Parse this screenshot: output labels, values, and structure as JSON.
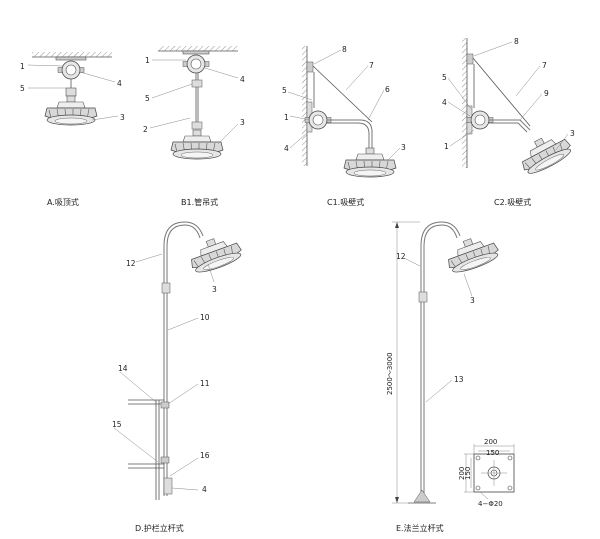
{
  "captions": {
    "a": "A.吸顶式",
    "b1": "B1.管吊式",
    "c1": "C1.吸壁式",
    "c2": "C2.吸壁式",
    "d": "D.护栏立杆式",
    "e": "E.法兰立杆式"
  },
  "dimensions": {
    "pole_height": "2500～3000",
    "flange_w_outer": "200",
    "flange_w_inner": "150",
    "flange_h_outer": "200",
    "flange_h_inner": "150",
    "holes": "4−Φ20"
  },
  "labels": {
    "n1": "1",
    "n2": "2",
    "n3": "3",
    "n4": "4",
    "n5": "5",
    "n6": "6",
    "n7": "7",
    "n8": "8",
    "n9": "9",
    "n10": "10",
    "n11": "11",
    "n12": "12",
    "n13": "13",
    "n14": "14",
    "n15": "15",
    "n16": "16"
  }
}
